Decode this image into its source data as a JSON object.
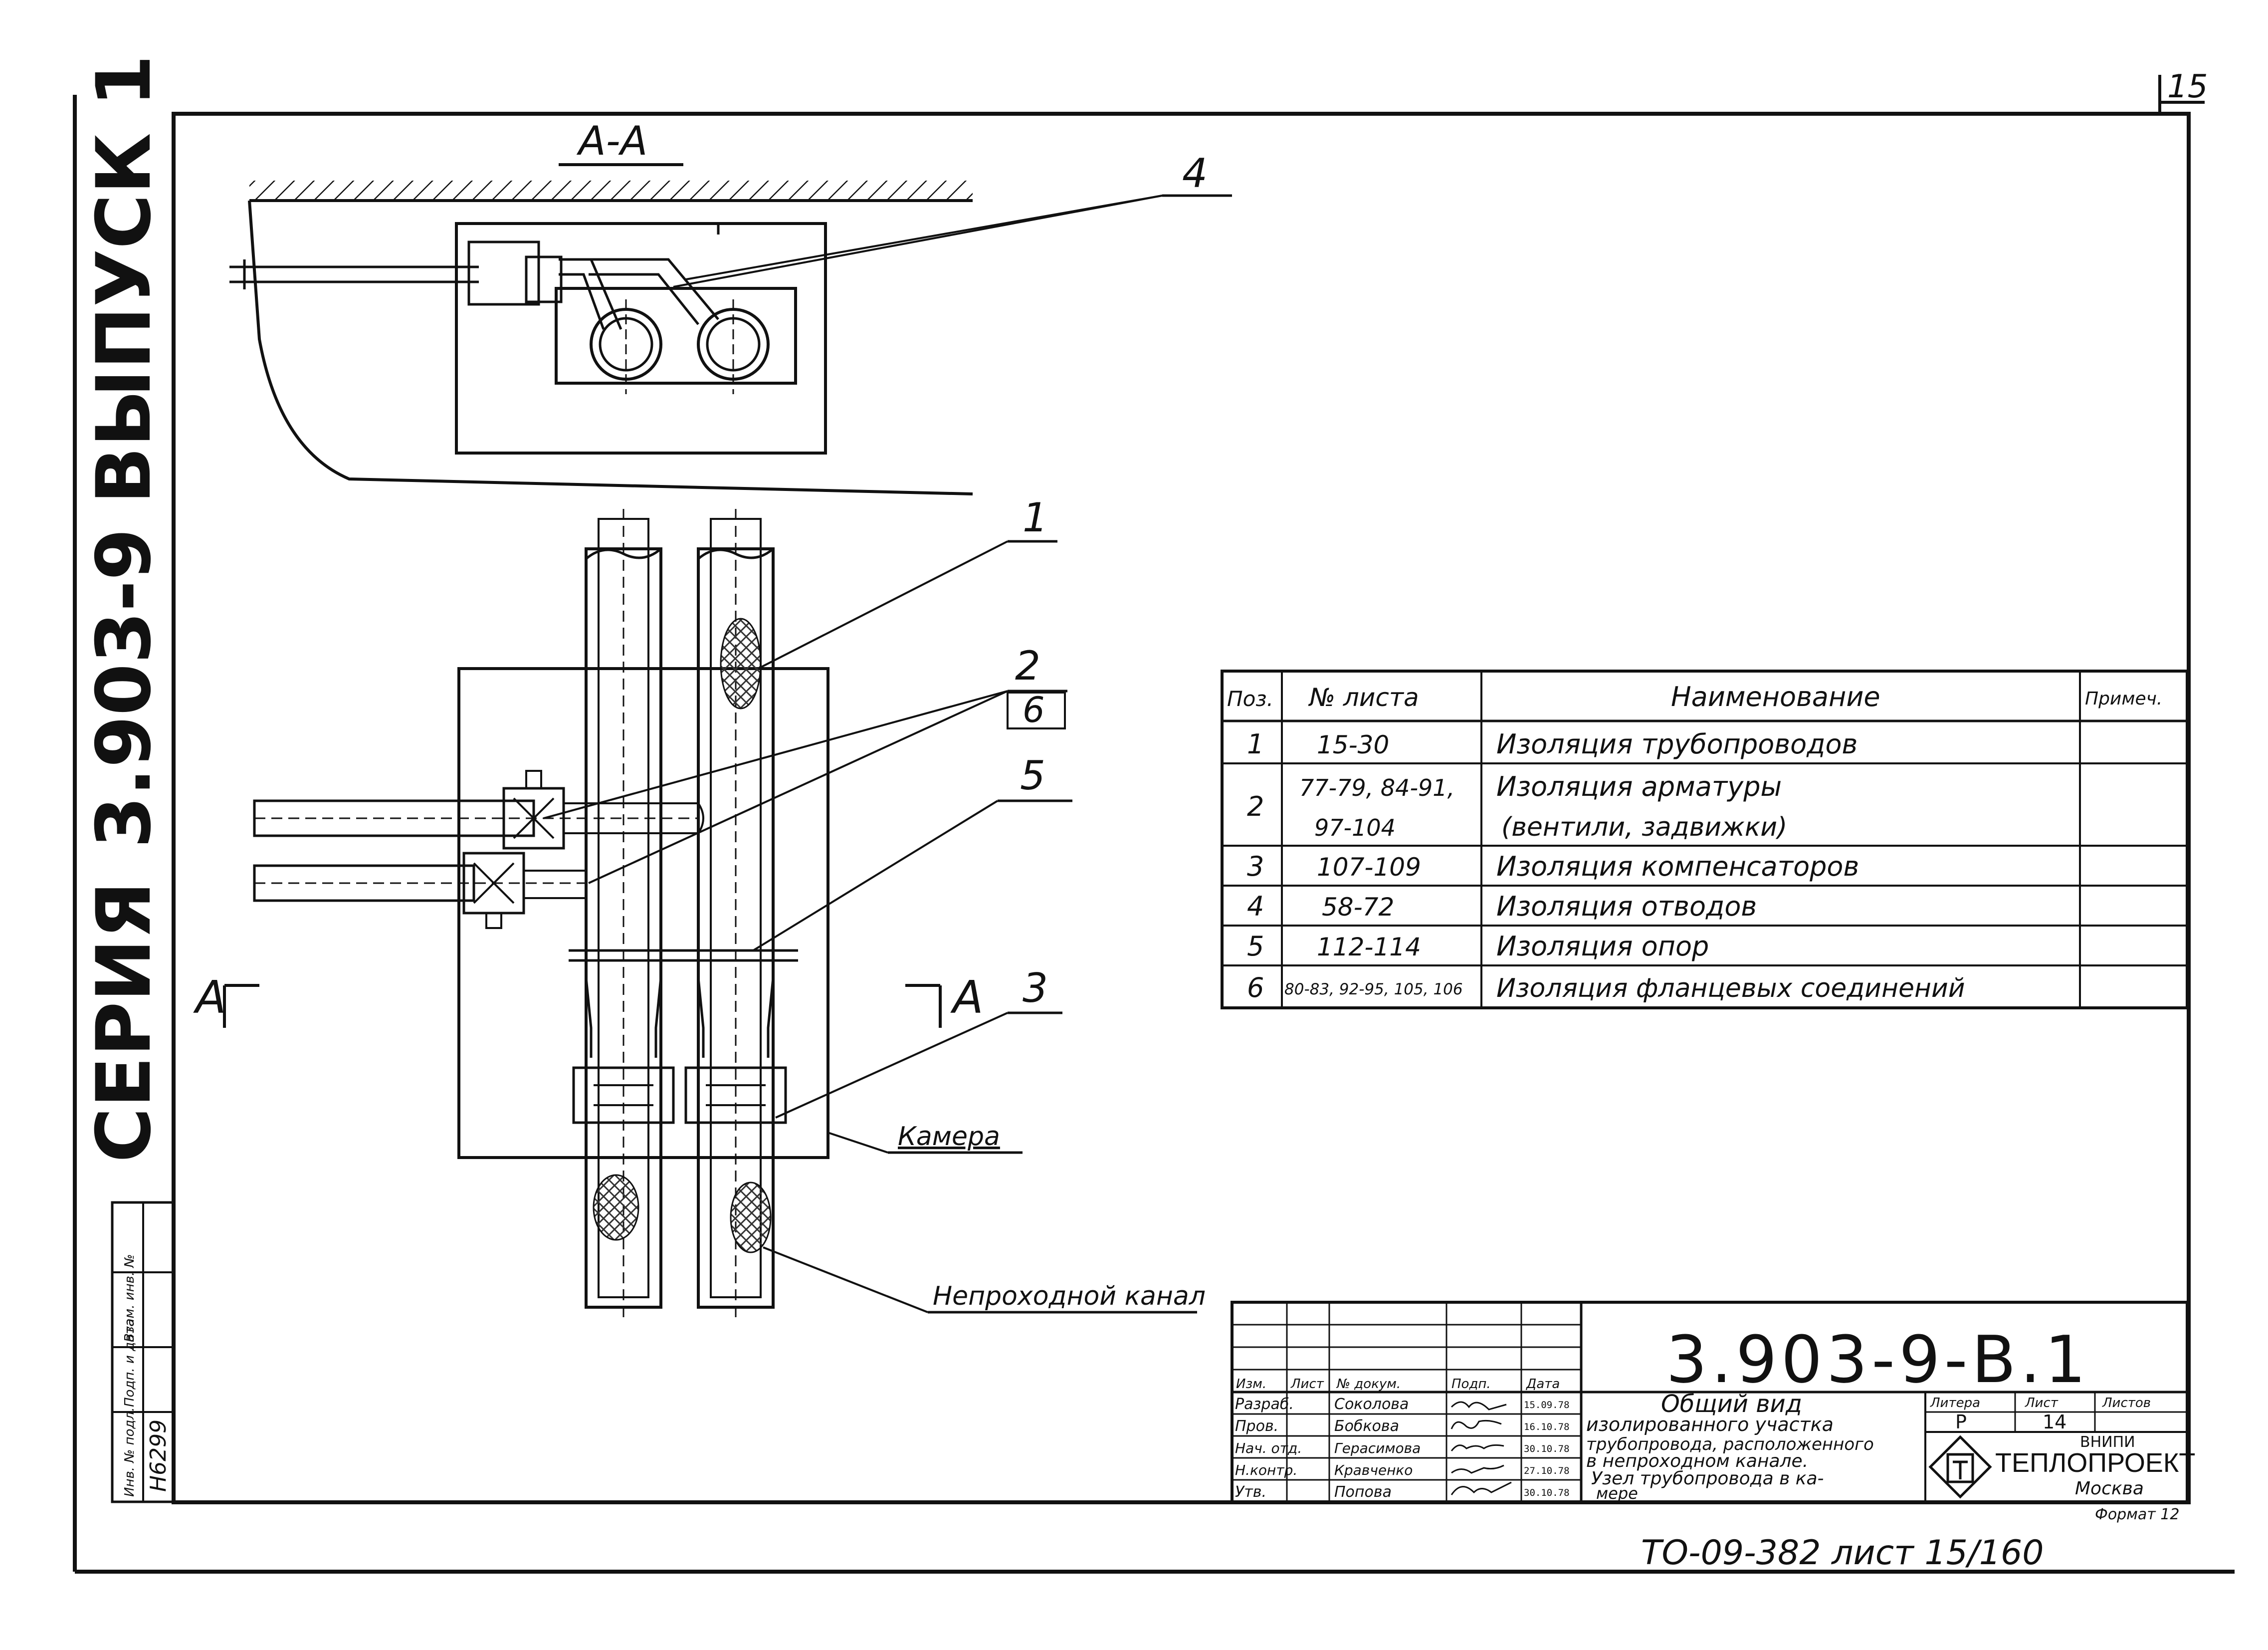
{
  "sheet_number": "15",
  "side_title": {
    "series": "СЕРИЯ",
    "code": "3.903-9",
    "issue": "ВЫПУСК 1"
  },
  "section": {
    "title": "А-А",
    "cut_marker_left": "А",
    "cut_marker_right": "А"
  },
  "callouts": {
    "c1": "1",
    "c2": "2",
    "c3": "3",
    "c4": "4",
    "c5": "5",
    "c6": "6",
    "kamera": "Камера",
    "kanal": "Непроходной канал"
  },
  "spec_table": {
    "headers": [
      "Поз.",
      "№ листа",
      "Наименование",
      "Примеч."
    ],
    "rows": [
      {
        "pos": "1",
        "sheets": "15-30",
        "name": "Изоляция трубопроводов",
        "note": ""
      },
      {
        "pos": "2",
        "sheets": "77-79, 84-91,",
        "sheets2": "97-104",
        "name": "Изоляция арматуры",
        "name2": "(вентили, задвижки)",
        "note": ""
      },
      {
        "pos": "3",
        "sheets": "107-109",
        "name": "Изоляция компенсаторов",
        "note": ""
      },
      {
        "pos": "4",
        "sheets": "58-72",
        "name": "Изоляция отводов",
        "note": ""
      },
      {
        "pos": "5",
        "sheets": "112-114",
        "name": "Изоляция опор",
        "note": ""
      },
      {
        "pos": "6",
        "sheets": "80-83, 92-95, 105, 106",
        "name": "Изоляция фланцевых соединений",
        "note": ""
      }
    ]
  },
  "title_block": {
    "doc_code": "3.903-9-В.1",
    "col_headers": [
      "Изм.",
      "Лист",
      "№ докум.",
      "Подп.",
      "Дата"
    ],
    "signers": [
      {
        "role": "Разраб.",
        "name": "Соколова",
        "date": "15.09.78"
      },
      {
        "role": "Пров.",
        "name": "Бобкова",
        "date": "16.10.78"
      },
      {
        "role": "Нач. отд.",
        "name": "Герасимова",
        "date": "30.10.78"
      },
      {
        "role": "Н.контр.",
        "name": "Кравченко",
        "date": "27.10.78"
      },
      {
        "role": "Утв.",
        "name": "Попова",
        "date": "30.10.78"
      }
    ],
    "description_lines": [
      "Общий вид",
      "изолированного участка",
      "трубопровода, расположенного",
      "в непроходном канале.",
      "Узел трубопровода в ка-",
      "мере"
    ],
    "stage_label": "Литера",
    "stage": "Р",
    "sheet_label": "Лист",
    "sheet": "14",
    "sheets_label": "Листов",
    "org_line1": "ВНИПИ",
    "org_line2": "ТЕПЛОПРОЕКТ",
    "org_line3": "Москва",
    "format": "Формат 12"
  },
  "inv_block": {
    "label1": "Инв. № подл.",
    "label2": "Подп. и дата",
    "label3": "Взам. инв. №",
    "inv_no": "Н6299"
  },
  "footer_stamp": "ТО-09-382 лист 15/160"
}
